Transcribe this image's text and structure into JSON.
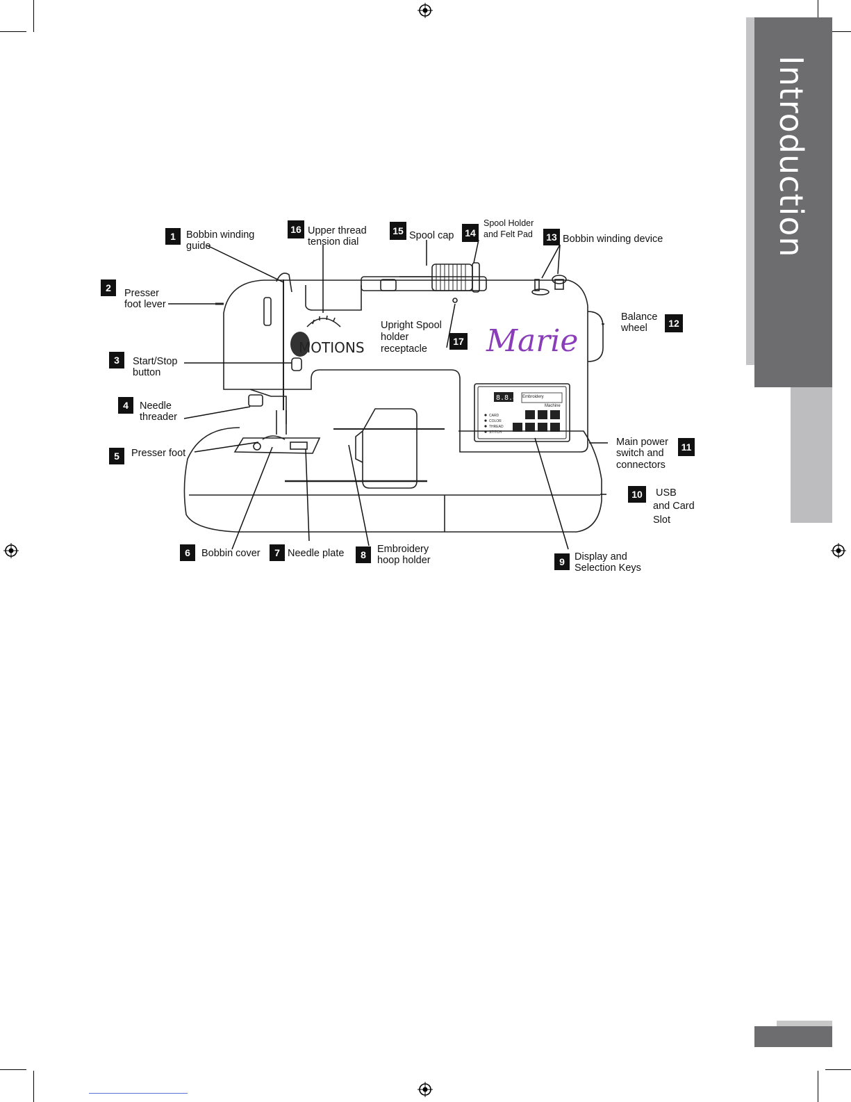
{
  "sidebar_tab": {
    "title": "Introduction"
  },
  "machine": {
    "brand_logo": "MOTIONS",
    "signature": "Marie",
    "display_readout": "8.8.8",
    "display_caption_top": "Embroidery",
    "display_caption_bottom": "Machine",
    "led_labels": [
      "CARD",
      "COLOR",
      "THREAD",
      "STITCH"
    ]
  },
  "callouts": [
    {
      "num": "1",
      "lines": [
        "Bobbin winding",
        "guide"
      ]
    },
    {
      "num": "2",
      "lines": [
        "Presser",
        "foot lever"
      ]
    },
    {
      "num": "3",
      "lines": [
        "Start/Stop",
        "button"
      ]
    },
    {
      "num": "4",
      "lines": [
        "Needle",
        "threader"
      ]
    },
    {
      "num": "5",
      "lines": [
        "Presser foot"
      ]
    },
    {
      "num": "6",
      "lines": [
        "Bobbin cover"
      ]
    },
    {
      "num": "7",
      "lines": [
        "Needle plate"
      ]
    },
    {
      "num": "8",
      "lines": [
        "Embroidery",
        "hoop holder"
      ]
    },
    {
      "num": "9",
      "lines": [
        "Display and",
        "Selection Keys"
      ]
    },
    {
      "num": "10",
      "lines": [
        "USB",
        "and Card",
        "Slot"
      ]
    },
    {
      "num": "11",
      "lines": [
        "Main power",
        "switch and",
        "connectors"
      ]
    },
    {
      "num": "12",
      "lines": [
        "Balance",
        "wheel"
      ]
    },
    {
      "num": "13",
      "lines": [
        "Bobbin winding device"
      ]
    },
    {
      "num": "14",
      "lines": [
        "Spool Holder",
        "and Felt Pad"
      ]
    },
    {
      "num": "15",
      "lines": [
        "Spool cap"
      ]
    },
    {
      "num": "16",
      "lines": [
        "Upper thread",
        "tension dial"
      ]
    },
    {
      "num": "17",
      "lines": [
        "Upright Spool",
        "holder",
        "receptacle"
      ]
    }
  ]
}
